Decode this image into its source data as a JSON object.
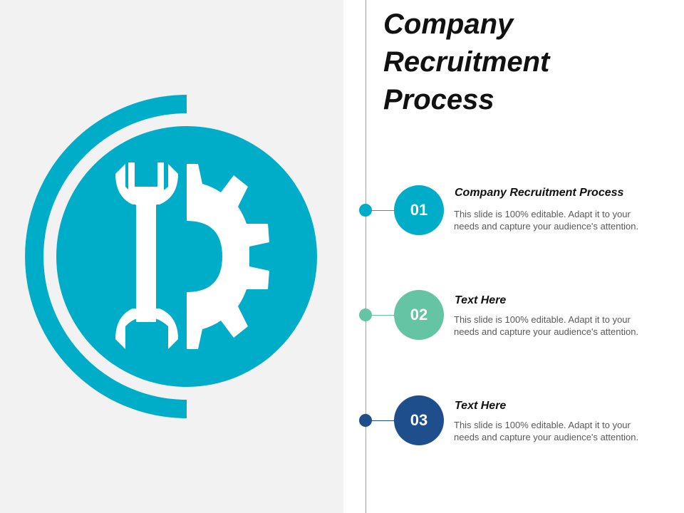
{
  "slide": {
    "title": "Company Recruitment Process",
    "colors": {
      "teal": "#00adc8",
      "mint": "#65c4a3",
      "navy": "#1f4e8c",
      "panel": "#f2f2f2"
    },
    "hero_icon": "wrench-gear-icon",
    "steps": [
      {
        "number": "01",
        "heading": "Company Recruitment Process",
        "description": "This slide is 100% editable. Adapt it to your needs and capture your audience's attention.",
        "color": "#00adc8"
      },
      {
        "number": "02",
        "heading": "Text Here",
        "description": "This slide is 100% editable. Adapt it to your needs and capture your audience's attention.",
        "color": "#65c4a3"
      },
      {
        "number": "03",
        "heading": "Text Here",
        "description": "This slide is 100% editable. Adapt it to your needs and capture your audience's attention.",
        "color": "#1f4e8c"
      }
    ]
  }
}
